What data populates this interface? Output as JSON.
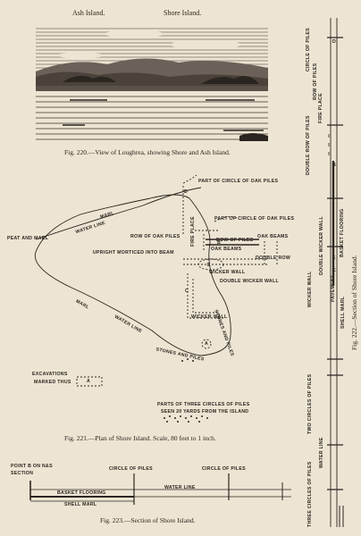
{
  "fig220": {
    "label_ash": "Ash Island.",
    "label_shore": "Shore Island.",
    "caption": "Fig. 220.—View of Loughrea, showing Shore and Ash Island."
  },
  "fig221": {
    "caption": "Fig. 221.—Plan of Shore Island.   Scale, 80 feet to 1 inch.",
    "part_circle_1": "PART OF CIRCLE OF OAK PILES",
    "part_circle_2": "PART OF CIRCLE OF OAK PILES",
    "peat_marl_1": "PEAT AND MARL",
    "peat_marl_2": "MARL",
    "water_line_top": "WATER LINE",
    "fire_place": "FIRE PLACE",
    "row_oak_piles": "ROW OF OAK PILES",
    "row_of_piles": "ROW OF PILES",
    "oak_beams_1": "OAK BEAMS",
    "oak_beams_2": "OAK BEAMS",
    "double_row": "DOUBLE ROW",
    "upright": "UPRIGHT MORTICED INTO BEAM",
    "wicker_wall_1": "WICKER WALL",
    "double_wicker": "DOUBLE WICKER WALL",
    "wicker_wall_2": "WICKER WALL",
    "marl_left": "MARL",
    "water_line_bottom": "WATER LINE",
    "stones_piles_right": "STONES AND PILES",
    "stones_piles_bottom": "STONES AND PILES",
    "excavations_1": "EXCAVATIONS",
    "excavations_2": "MARKED THUS",
    "excavation_mark": "A",
    "mark_a": "A",
    "mark_b": "B",
    "mark_c": "C",
    "mark_d": "D",
    "mark_e": "E",
    "parts_1": "PARTS OF THREE CIRCLES OF PILES",
    "parts_2": "SEEN 20 YARDS FROM THE ISLAND"
  },
  "fig223": {
    "caption": "Fig. 223.—Section of Shore Island.",
    "point_1": "POINT B ON N&S",
    "point_2": "SECTION",
    "circle_1": "CIRCLE OF PILES",
    "circle_2": "CIRCLE OF PILES",
    "basket": "BASKET FLOORING",
    "water_line": "WATER LINE",
    "shell_marl": "SHELL MARL"
  },
  "fig222": {
    "caption": "Fig. 222.—Section of Shore Island.",
    "circle_of_piles": "CIRCLE OF PILES",
    "row_of_piles": "ROW OF PILES",
    "fire_place": "FIRE PLACE",
    "double_row": "DOUBLE ROW OF PILES",
    "wicker_wall": "WICKER WALL",
    "double_wicker": "DOUBLE WICKER WALL",
    "pavement": "PAVEMENT",
    "basket_flooring": "BASKET FLOORING",
    "shell_marl": "SHELL MARL",
    "two_circles": "TWO CIRCLES OF PILES",
    "water_line": "WATER LINE",
    "three_circles": "THREE CIRCLES OF PILES",
    "mark_b": "B",
    "mark_c": "C",
    "mark_d": "D",
    "mark_e": "E"
  }
}
